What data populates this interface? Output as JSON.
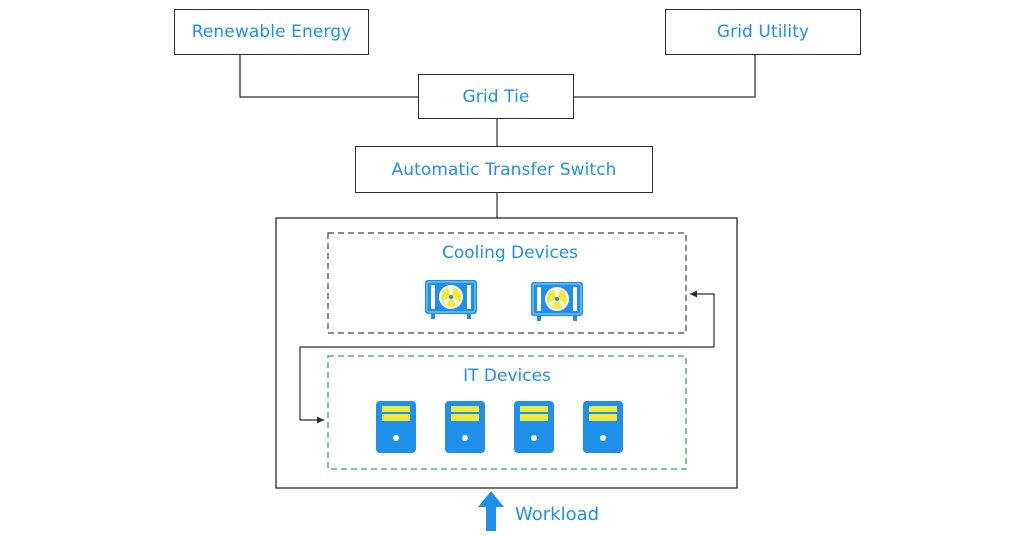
{
  "nodes": {
    "renewable": "Renewable Energy",
    "grid_utility": "Grid Utility",
    "grid_tie": "Grid Tie",
    "ats": "Automatic Transfer Switch"
  },
  "groups": {
    "cooling": {
      "label": "Cooling Devices",
      "count": 2
    },
    "it": {
      "label": "IT Devices",
      "count": 4
    }
  },
  "workload": {
    "label": "Workload"
  },
  "colors": {
    "accent": "#1e90ea",
    "yellow": "#f2ea3a",
    "cooling_border": "#444444",
    "it_border": "#3aa64a",
    "line": "#2b2b2b"
  },
  "icons": {
    "cooling": "fan-radiator-icon",
    "it": "server-tower-icon",
    "workload": "arrow-up-icon"
  }
}
